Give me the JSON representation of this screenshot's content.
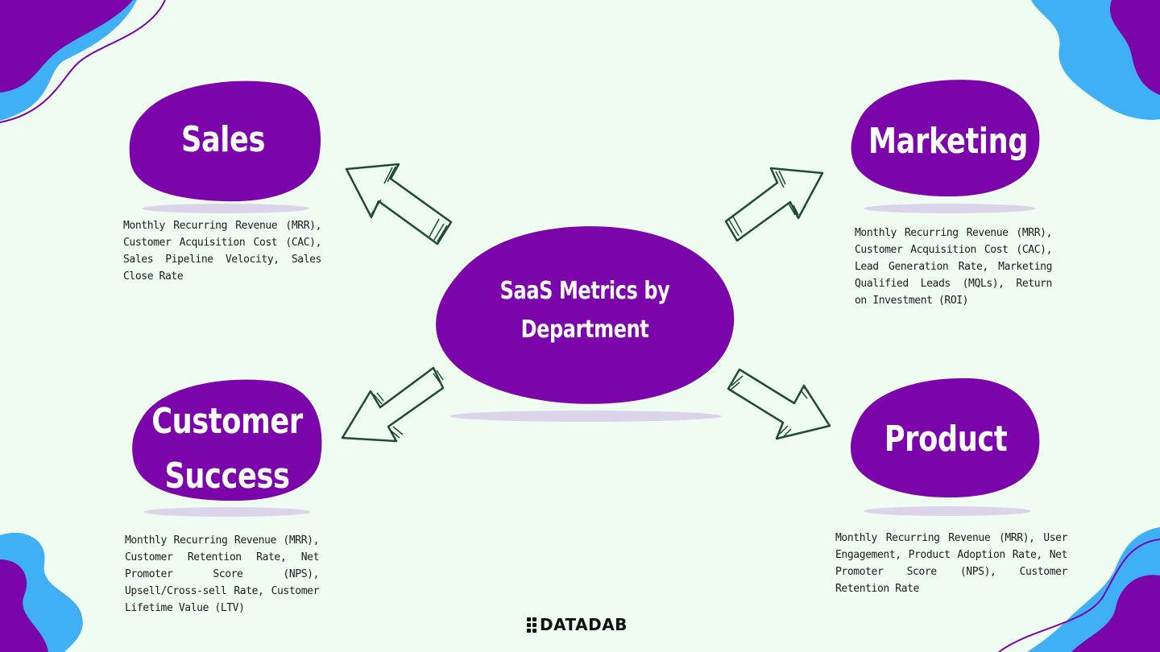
{
  "center": {
    "title_line1": "SaaS Metrics by",
    "title_line2": "Department"
  },
  "departments": {
    "sales": {
      "title": "Sales",
      "metrics": "Monthly Recurring Revenue (MRR), Customer Acquisition Cost (CAC), Sales Pipeline Velocity, Sales Close Rate"
    },
    "marketing": {
      "title": "Marketing",
      "metrics": "Monthly Recurring Revenue (MRR), Customer Acquisition Cost (CAC), Lead Generation Rate, Marketing Qualified Leads (MQLs), Return on Investment (ROI)"
    },
    "customer_success": {
      "title_line1": "Customer",
      "title_line2": "Success",
      "metrics": "Monthly Recurring Revenue (MRR), Customer Retention Rate, Net Promoter Score (NPS), Upsell/Cross-sell Rate, Customer Lifetime Value (LTV)"
    },
    "product": {
      "title": "Product",
      "metrics": "Monthly Recurring Revenue (MRR), User Engagement, Product Adoption Rate, Net Promoter Score (NPS), Customer Retention Rate"
    }
  },
  "brand": {
    "name": "DATADAB"
  },
  "colors": {
    "purple": "#7b04aa",
    "blue": "#3fb0f6",
    "arrow_stroke": "#1e4a36",
    "background": "#effcf1"
  }
}
